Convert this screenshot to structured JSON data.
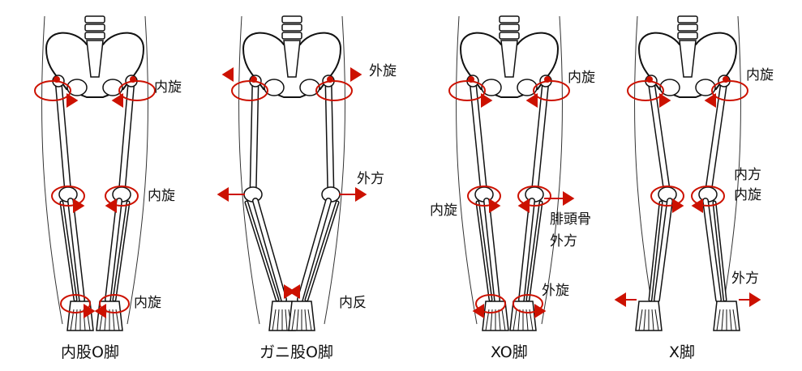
{
  "colors": {
    "arrow": "#cc1100",
    "bone": "#111111"
  },
  "figures": [
    {
      "caption": "内股O脚",
      "labels": {
        "hip": "内旋",
        "knee": "内旋",
        "foot": "内旋"
      }
    },
    {
      "caption": "ガニ股O脚",
      "labels": {
        "hip": "外旋",
        "knee": "外方",
        "foot": "内反"
      }
    },
    {
      "caption": "XO脚",
      "labels": {
        "hip": "内旋",
        "knee": "内旋",
        "fibula_1": "腓頭骨",
        "fibula_2": "外方",
        "foot": "外旋"
      }
    },
    {
      "caption": "X脚",
      "labels": {
        "hip": "内旋",
        "knee_1": "内方",
        "knee_2": "内旋",
        "foot": "外方"
      }
    }
  ]
}
